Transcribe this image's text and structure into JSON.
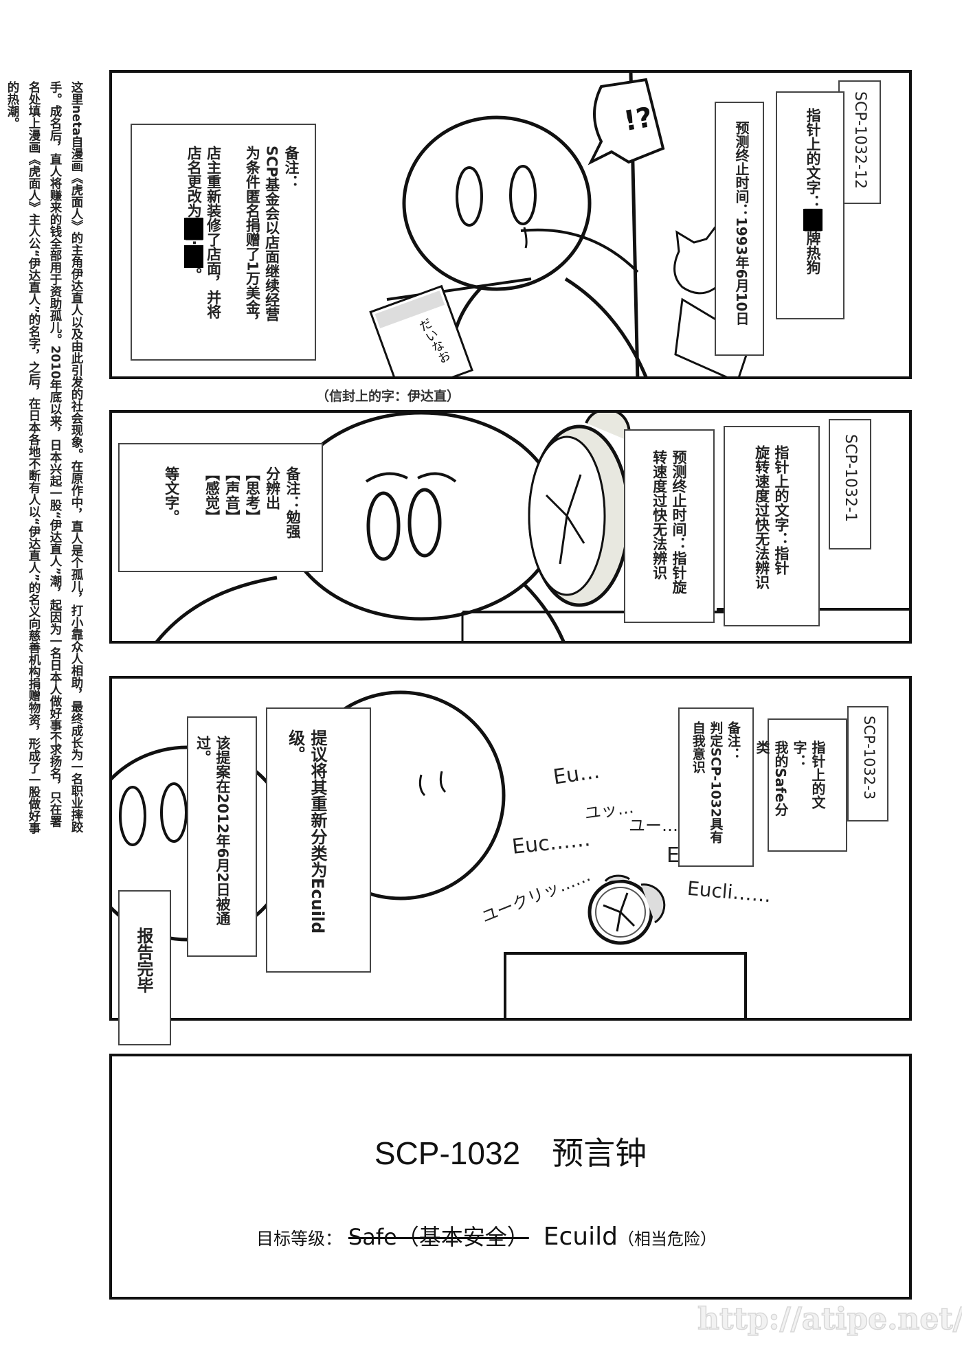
{
  "sidebar_note": "这里neta自漫画《虎面人》的主角伊达直人以及由此引发的社会现象。在原作中，直人是个孤儿，打小靠众人相助，最终成长为一名职业摔跤手。成名后，直人将赚来的钱全部用于资助孤儿。2010年底以来，日本兴起一股“伊达直人”潮，起因为一名日本人做好事不求扬名，只在署名处填上漫画《虎面人》主人公“伊达直人”的名字，之后，在日本各地不断有人以“伊达直人”的名义向慈善机构捐赠物资，形成了一股做好事的热潮。",
  "panel1": {
    "exclaim": "!?",
    "note_col1": "备注：",
    "note_col2": "SCP基金会以店面继续经营",
    "note_col3": "为条件匿名捐赠了1万美金，",
    "note_col4": "店主重新装修了店面，并将",
    "note_col5_a": "店名更改为",
    "note_col5_b": "·",
    "note_col5_c": "。",
    "redacted": "██",
    "envelope_text": "だいなお",
    "label": "SCP-1032-12",
    "pointer_text_a": "指针上的文字：",
    "pointer_text_b": "牌热狗",
    "prediction": "预测终止时间：1993年6月10日",
    "caption": "（信封上的字：伊达直）"
  },
  "panel2": {
    "note_col1": "备注：勉强",
    "note_col2": "分辨出",
    "note_col3": "【思考】",
    "note_col4": "【声音】",
    "note_col5": "【感觉】",
    "note_col6": "等文字。",
    "label": "SCP-1032-1",
    "pointer_col1": "指针上的文字：指针",
    "pointer_col2": "旋转速度过快无法辨识",
    "prediction_col1": "预测终止时间：指针旋",
    "prediction_col2": "转速度过快无法辨识"
  },
  "panel3": {
    "label": "SCP-1032-3",
    "pointer_col1": "指针上的文字：",
    "pointer_col2": "我的Safe分类",
    "note_col1": "备注：",
    "note_col2": "判定SCP-1032具有",
    "note_col3": "自我意识",
    "proposal": "提议将其重新分类为Ecuild级。",
    "approved": "该提案在2012年6月2日被通过。",
    "report_end": "报告完毕",
    "sfx": [
      "Eu…",
      "ユッ…",
      "ユー…",
      "Euc……",
      "ユークリッ……",
      "E",
      "Eucli……"
    ]
  },
  "panel4": {
    "title": "SCP-1032　预言钟",
    "class_label": "目标等级：",
    "old_class": "Safe（基本安全）",
    "new_class": "Ecuild",
    "new_class_note": "（相当危险）"
  },
  "watermark": "http://atipe.net/"
}
